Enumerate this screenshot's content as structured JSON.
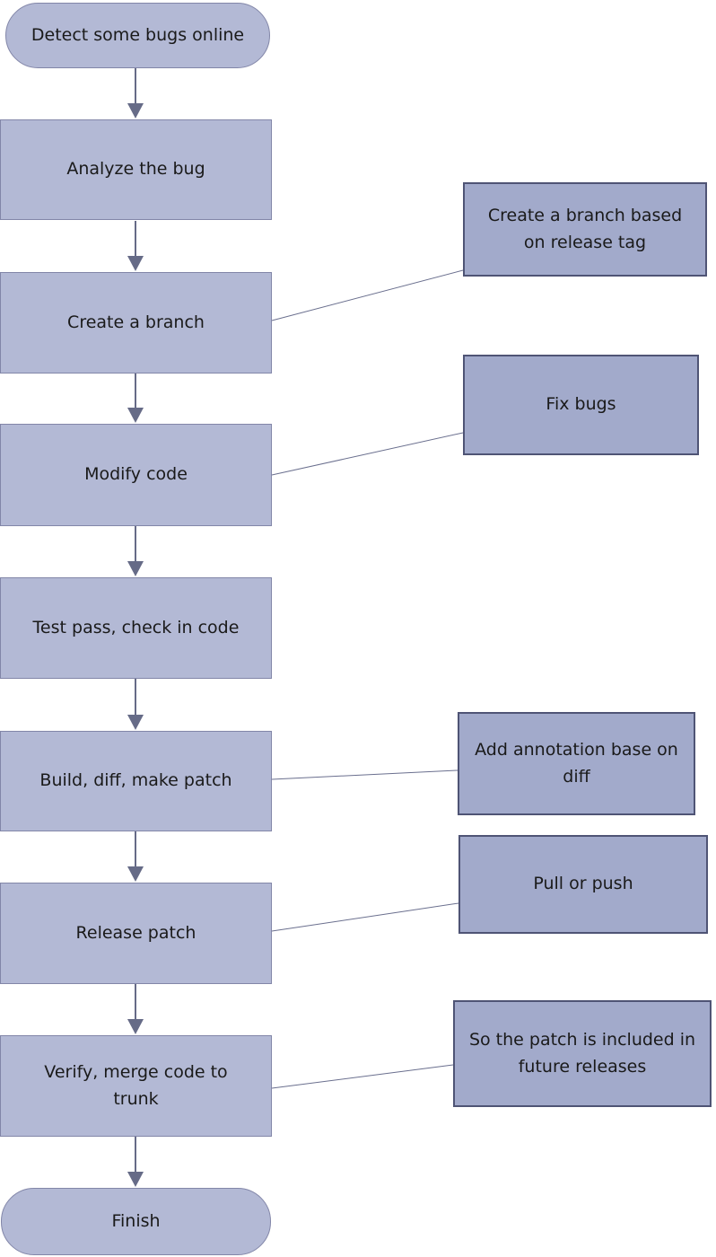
{
  "diagram": {
    "type": "flowchart",
    "colors": {
      "process_fill": "#b3b9d5",
      "process_border": "#8286a8",
      "annotation_fill": "#a2aacb",
      "annotation_border": "#4f5475",
      "arrow": "#666b87",
      "connector": "#6a6f8e",
      "text": "#1a1a1a"
    },
    "nodes": [
      {
        "id": "start",
        "type": "terminator",
        "label": "Detect some bugs online"
      },
      {
        "id": "analyze",
        "type": "process",
        "label": "Analyze the bug"
      },
      {
        "id": "branch",
        "type": "process",
        "label": "Create a branch"
      },
      {
        "id": "modify",
        "type": "process",
        "label": "Modify code"
      },
      {
        "id": "test",
        "type": "process",
        "label": "Test pass, check in code"
      },
      {
        "id": "build",
        "type": "process",
        "label": "Build, diff, make patch"
      },
      {
        "id": "release",
        "type": "process",
        "label": "Release patch"
      },
      {
        "id": "verify",
        "type": "process",
        "label": "Verify,  merge code to trunk"
      },
      {
        "id": "finish",
        "type": "terminator",
        "label": "Finish"
      }
    ],
    "annotations": [
      {
        "target": "branch",
        "label": "Create a branch based on release tag"
      },
      {
        "target": "modify",
        "label": "Fix bugs"
      },
      {
        "target": "build",
        "label": "Add annotation base on diff"
      },
      {
        "target": "release",
        "label": "Pull or push"
      },
      {
        "target": "verify",
        "label": "So the patch is included in future releases"
      }
    ],
    "flow_order": [
      "start",
      "analyze",
      "branch",
      "modify",
      "test",
      "build",
      "release",
      "verify",
      "finish"
    ]
  }
}
